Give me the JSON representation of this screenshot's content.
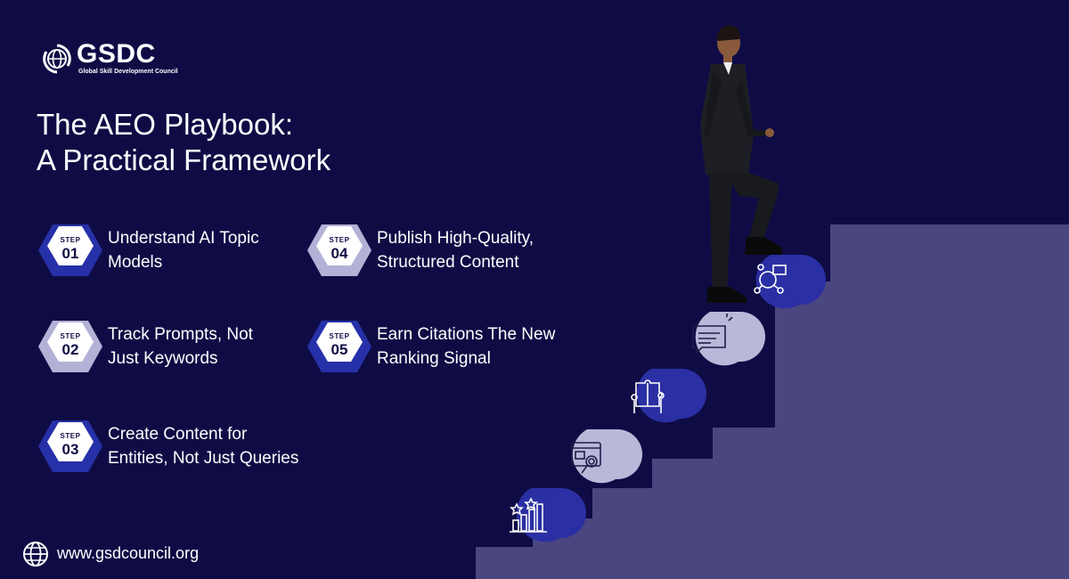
{
  "logo": {
    "brand": "GSDC",
    "tagline": "Global Skill Development Council"
  },
  "title": {
    "line1": "The AEO Playbook:",
    "line2": "A Practical Framework"
  },
  "steps": [
    {
      "label": "STEP",
      "number": "01",
      "line1": "Understand AI Topic",
      "line2": "Models"
    },
    {
      "label": "STEP",
      "number": "02",
      "line1": "Track Prompts, Not",
      "line2": "Just Keywords"
    },
    {
      "label": "STEP",
      "number": "03",
      "line1": "Create Content for",
      "line2": "Entities, Not Just Queries"
    },
    {
      "label": "STEP",
      "number": "04",
      "line1": "Publish High-Quality,",
      "line2": "Structured Content"
    },
    {
      "label": "STEP",
      "number": "05",
      "line1": "Earn Citations The New",
      "line2": "Ranking Signal"
    }
  ],
  "footer": {
    "url": "www.gsdcouncil.org"
  },
  "icons": {
    "step_icons": [
      "ai-network-icon",
      "chat-bubble-icon",
      "puzzle-team-icon",
      "web-search-icon",
      "rating-chart-icon"
    ],
    "footer_icon": "globe-icon"
  },
  "colors": {
    "background": "#0f0c45",
    "stairs": "#4a4680",
    "bubble_dark": "#2a2fa3",
    "bubble_light": "#b9b8d9",
    "badge_dark": "#2630a8",
    "badge_light": "#b3b2d6"
  }
}
